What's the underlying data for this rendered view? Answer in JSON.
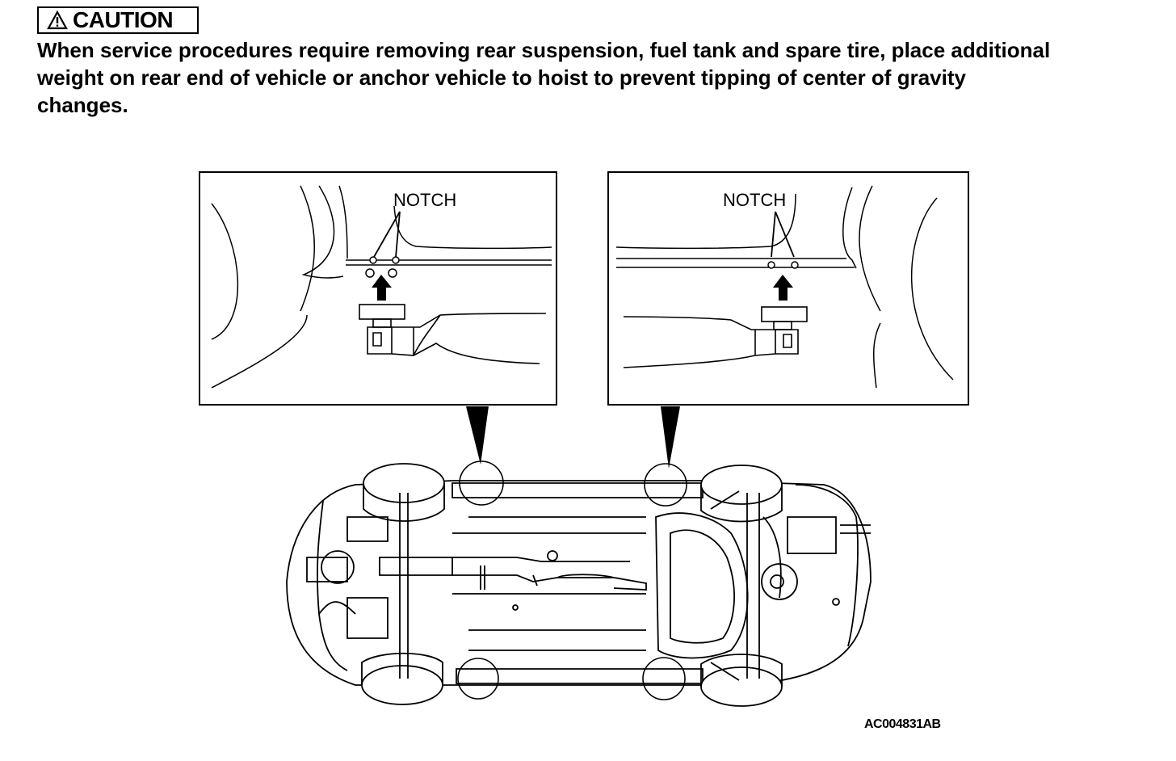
{
  "caution": {
    "label": "CAUTION",
    "icon": "warning-triangle-icon"
  },
  "warning_lines": [
    "When service procedures require removing rear suspension, fuel tank and spare tire, place additional",
    "weight on rear end of vehicle or anchor  vehicle to hoist to prevent tipping of center of gravity",
    "changes."
  ],
  "detail_left": {
    "label": "NOTCH"
  },
  "detail_right": {
    "label": "NOTCH"
  },
  "figure_code": "AC004831AB"
}
